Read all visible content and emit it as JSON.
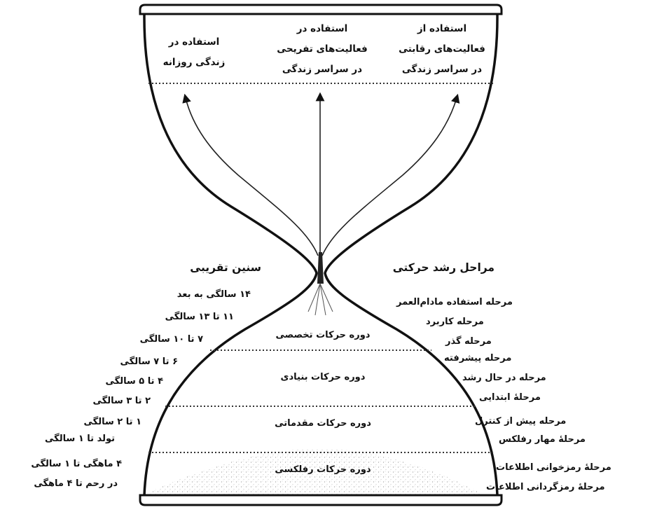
{
  "top_labels": {
    "left": [
      "استفاده در",
      "زندگی روزانه"
    ],
    "center": [
      "استفاده در",
      "فعالیت‌های تفریحی",
      "در سراسر زندگی"
    ],
    "right": [
      "استفاده از",
      "فعالیت‌های رقابتی",
      "در سراسر زندگی"
    ]
  },
  "headings": {
    "ages": "سنین تقریبی",
    "stages": "مراحل رشد حرکتی"
  },
  "ages": [
    "۱۴ سالگی به بعد",
    "۱۱ تا ۱۳ سالگی",
    "۷ تا ۱۰ سالگی",
    "۶ تا ۷ سالگی",
    "۴ تا ۵ سالگی",
    "۲ تا ۳ سالگی",
    "۱ تا ۲ سالگی",
    "تولد تا ۱ سالگی",
    "۴ ماهگی تا ۱ سالگی",
    "در رحم تا ۴ ماهگی"
  ],
  "stages": [
    "مرحله استفاده مادام‌العمر",
    "مرحله کاربرد",
    "مرحله گذر",
    "مرحله پیشرفته",
    "مرحله در حال رشد",
    "مرحلهٔ ابتدایی",
    "مرحله پیش از کنترل",
    "مرحلهٔ مهار رفلکس",
    "مرحلهٔ رمزخوانی اطلاعات",
    "مرحلهٔ رمزگردانی اطلاعات"
  ],
  "periods": [
    "دوره حرکات تخصصی",
    "دوره حرکات بنیادی",
    "دوره حرکات مقدماتی",
    "دوره حرکات رفلکسی"
  ]
}
